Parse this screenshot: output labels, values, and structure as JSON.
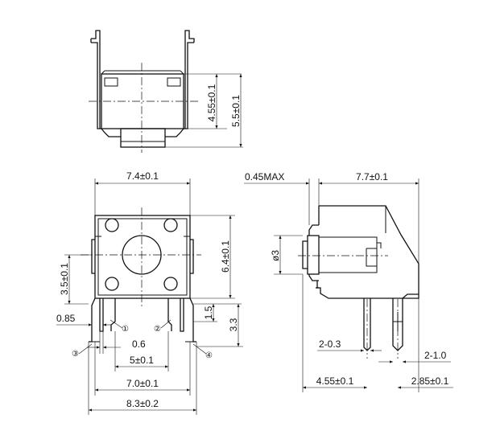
{
  "top_view": {
    "dim_inner_height": "4.55±0.1",
    "dim_outer_height": "5.5±0.1"
  },
  "front_view": {
    "dim_body_width": "7.4±0.1",
    "dim_body_height": "6.4±0.1",
    "dim_center_height": "3.5±0.1",
    "dim_leg_height_a": "1.5",
    "dim_leg_height_b": "3.3",
    "dim_left_offset": "0.85",
    "dim_pin_width": "0.6",
    "dim_pin_pitch": "5±0.1",
    "dim_leg_span": "7.0±0.1",
    "dim_total_width": "8.3±0.2",
    "pin_labels": [
      "①",
      "②",
      "③",
      "④"
    ]
  },
  "side_view": {
    "dim_max_offset": "0.45MAX",
    "dim_width": "7.7±0.1",
    "dim_actuator_diameter": "ø3",
    "dim_pin_a": "2-0.3",
    "dim_pin_b": "2-1.0",
    "dim_pin_pos_a": "4.55±0.1",
    "dim_pin_pos_b": "2.85±0.1"
  }
}
